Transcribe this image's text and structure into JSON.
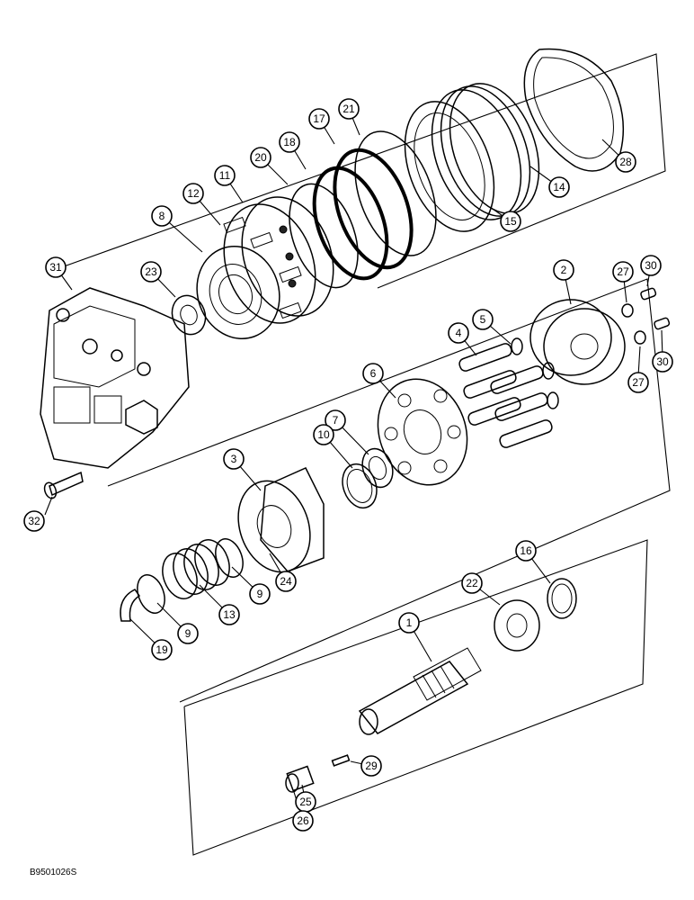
{
  "figure_code": "B9501026S",
  "callouts": [
    {
      "label": "1"
    },
    {
      "label": "2"
    },
    {
      "label": "3"
    },
    {
      "label": "4"
    },
    {
      "label": "5"
    },
    {
      "label": "6"
    },
    {
      "label": "7"
    },
    {
      "label": "8"
    },
    {
      "label": "9"
    },
    {
      "label": "9"
    },
    {
      "label": "10"
    },
    {
      "label": "11"
    },
    {
      "label": "12"
    },
    {
      "label": "13"
    },
    {
      "label": "14"
    },
    {
      "label": "15"
    },
    {
      "label": "16"
    },
    {
      "label": "17"
    },
    {
      "label": "18"
    },
    {
      "label": "19"
    },
    {
      "label": "20"
    },
    {
      "label": "21"
    },
    {
      "label": "22"
    },
    {
      "label": "23"
    },
    {
      "label": "24"
    },
    {
      "label": "25"
    },
    {
      "label": "26"
    },
    {
      "label": "27"
    },
    {
      "label": "27"
    },
    {
      "label": "28"
    },
    {
      "label": "29"
    },
    {
      "label": "30"
    },
    {
      "label": "30"
    },
    {
      "label": "31"
    },
    {
      "label": "32"
    }
  ]
}
